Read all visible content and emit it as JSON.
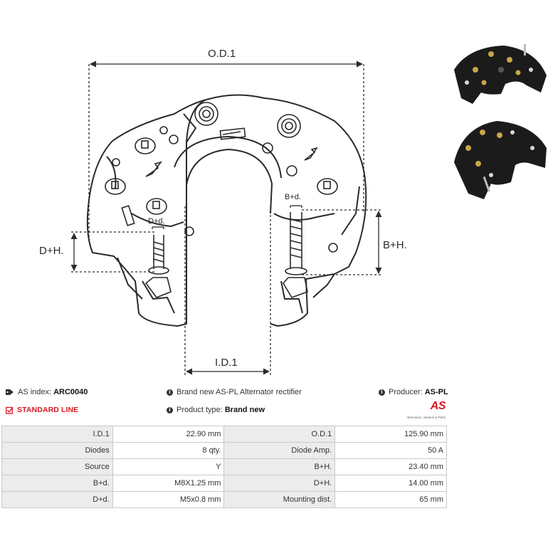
{
  "diagram": {
    "od_label": "O.D.1",
    "id_label": "I.D.1",
    "bh_label": "B+H.",
    "dh_label": "D+H.",
    "bd_label": "B+d.",
    "dd_label": "D+d."
  },
  "info": {
    "as_index_label": "AS index:",
    "as_index_value": "ARC0040",
    "standard_line": "STANDARD LINE",
    "description": "Brand new AS-PL Alternator rectifier",
    "product_type_label": "Product type:",
    "product_type_value": "Brand new",
    "producer_label": "Producer:",
    "producer_value": "AS-PL"
  },
  "logo": {
    "brand": "AS",
    "tagline": "Alternators, Starters & Parts"
  },
  "specs": [
    [
      "I.D.1",
      "22.90 mm",
      "O.D.1",
      "125.90 mm"
    ],
    [
      "Diodes",
      "8 qty.",
      "Diode Amp.",
      "50 A"
    ],
    [
      "Source",
      "Y",
      "B+H.",
      "23.40 mm"
    ],
    [
      "B+d.",
      "M8X1.25 mm",
      "D+H.",
      "14.00 mm"
    ],
    [
      "D+d.",
      "M5x0.8 mm",
      "Mounting dist.",
      "65 mm"
    ]
  ],
  "colors": {
    "accent_red": "#d71920",
    "label_bg": "#ececec",
    "border": "#c9c9c9"
  }
}
